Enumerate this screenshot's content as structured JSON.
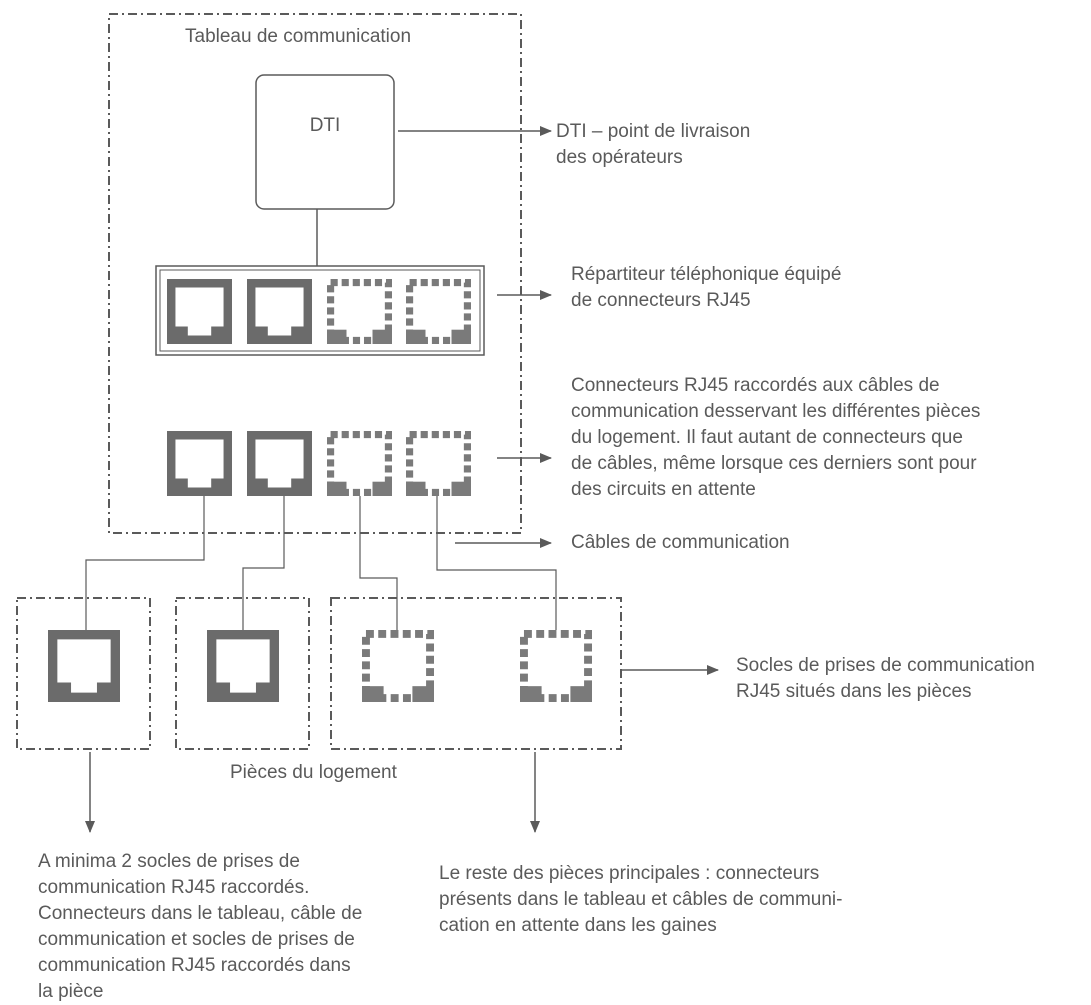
{
  "diagram": {
    "panel_title": "Tableau de communication",
    "dti_label": "DTI",
    "rooms_label": "Pièces du logement",
    "annotations": {
      "dti": "DTI – point de livraison\ndes opérateurs",
      "repartiteur": "Répartiteur téléphonique équipé\nde connecteurs RJ45",
      "connecteurs": "Connecteurs RJ45 raccordés aux câbles de\ncommunication desservant les différentes pièces\ndu logement. Il faut autant de connecteurs que\nde câbles, même lorsque ces derniers sont pour\ndes circuits en attente",
      "cables": "Câbles de communication",
      "socles": "Socles de prises de communication\nRJ45 situés dans les pièces",
      "minima": "A minima 2 socles de prises de\ncommunication RJ45 raccordés.\nConnecteurs dans le tableau, câble de\ncommunication et socles de prises de\ncommunication RJ45 raccordés dans\nla pièce",
      "reste": "Le reste des pièces principales : connecteurs\nprésents dans le tableau et câbles de communi-\ncation en attente dans les gaines"
    }
  },
  "colors": {
    "stroke": "#5a5a5a",
    "connector_fill": "#6b6b6b",
    "dashed_connector": "#7a7a7a"
  }
}
